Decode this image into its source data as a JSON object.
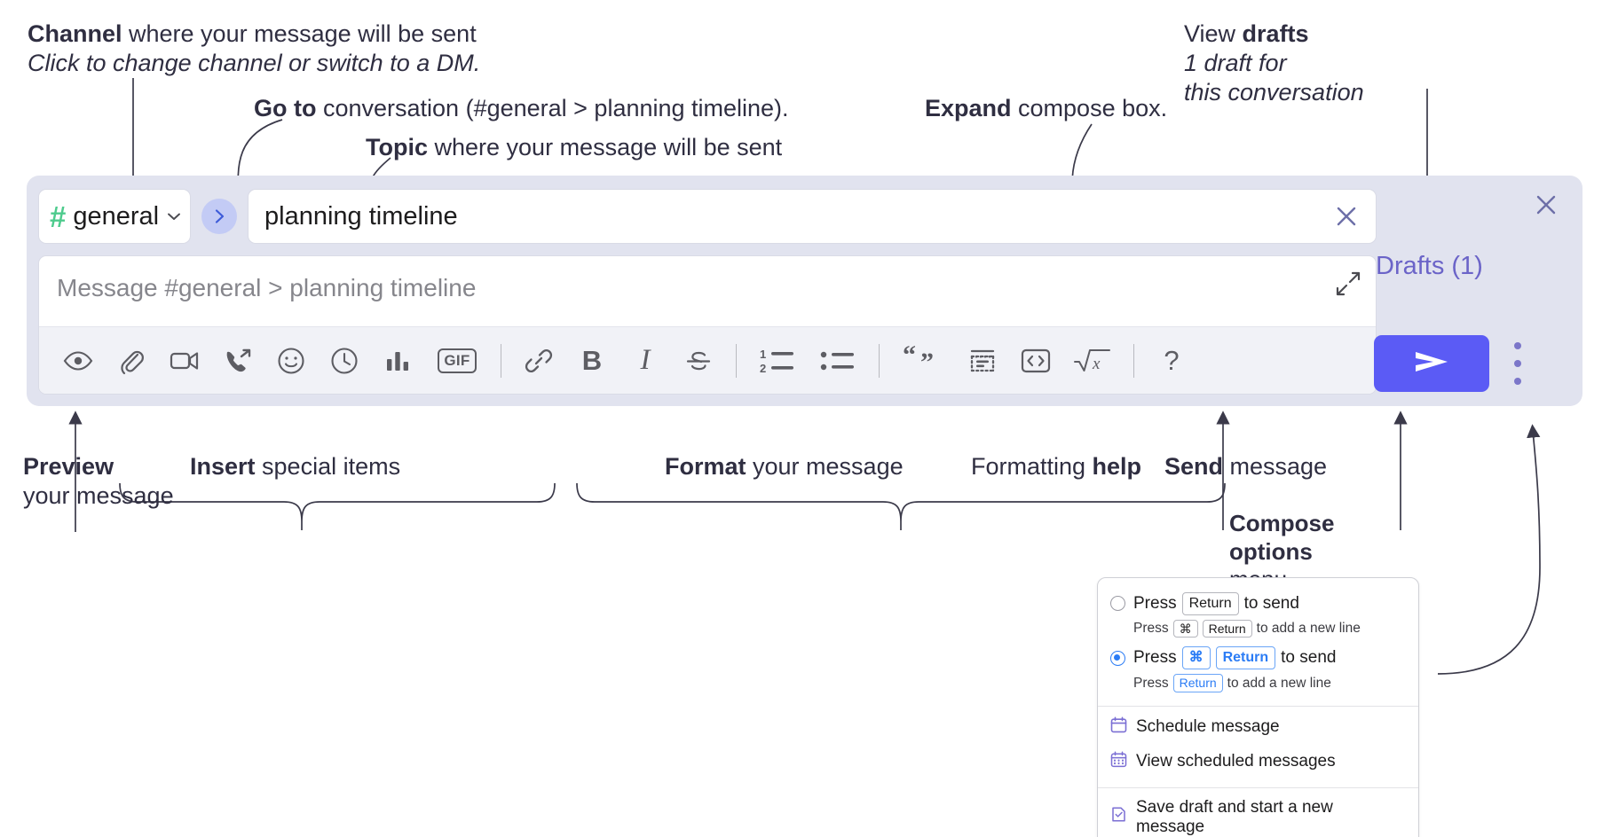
{
  "annotations": {
    "channel": {
      "bold": "Channel",
      "rest": " where your message will be sent",
      "italic": "Click to change channel or switch to a DM."
    },
    "goto": {
      "bold": "Go to",
      "rest": " conversation (#general > planning timeline)."
    },
    "topic": {
      "bold": "Topic",
      "rest": " where your message will be sent"
    },
    "expand": {
      "bold": "Expand",
      "rest": " compose box."
    },
    "drafts": {
      "plain": "View ",
      "bold": "drafts",
      "italic1": "1 draft for",
      "italic2": "this conversation"
    },
    "preview": {
      "bold": "Preview",
      "line2": "your message"
    },
    "insert": {
      "bold": "Insert",
      "rest": " special items"
    },
    "format": {
      "bold": "Format",
      "rest": " your message"
    },
    "formatting_help": {
      "plain": "Formatting ",
      "bold": "help"
    },
    "send": {
      "bold": "Send",
      "rest": " message"
    },
    "compose_options": {
      "bold1": "Compose",
      "bold2": "options",
      "plain": "menu"
    }
  },
  "compose": {
    "channel_selector": {
      "hash": "#",
      "name": "general",
      "chevron": "chevron-down-icon"
    },
    "goto_button": {
      "icon": "chevron-right-icon"
    },
    "topic_field": {
      "value": "planning timeline",
      "clear_icon": "close-icon"
    },
    "message_input": {
      "placeholder": "Message #general > planning timeline",
      "value": ""
    },
    "expand_icon": "expand-diagonal-icon",
    "close_icon": "close-icon",
    "drafts_label": "Drafts (1)",
    "send_button": {
      "icon": "send-paper-plane-icon"
    },
    "options_kebab": "more-options-icon",
    "toolbar": [
      {
        "name": "preview-icon",
        "label": "Preview",
        "group": "preview"
      },
      {
        "name": "attachment-paperclip-icon",
        "label": "Attach file",
        "group": "insert"
      },
      {
        "name": "video-camera-icon",
        "label": "Record video clip",
        "group": "insert"
      },
      {
        "name": "phone-arrow-icon",
        "label": "Record audio clip",
        "group": "insert"
      },
      {
        "name": "emoji-smiley-icon",
        "label": "Emoji",
        "group": "insert"
      },
      {
        "name": "clock-icon",
        "label": "Reminder",
        "group": "insert"
      },
      {
        "name": "poll-bar-chart-icon",
        "label": "Poll",
        "group": "insert"
      },
      {
        "name": "gif-icon",
        "label": "GIF",
        "group": "insert"
      },
      {
        "name": "link-icon",
        "label": "Link",
        "group": "format"
      },
      {
        "name": "bold-icon",
        "label": "B",
        "group": "format"
      },
      {
        "name": "italic-icon",
        "label": "I",
        "group": "format"
      },
      {
        "name": "strikethrough-icon",
        "label": "S",
        "group": "format"
      },
      {
        "name": "ordered-list-icon",
        "label": "Ordered list",
        "group": "format"
      },
      {
        "name": "bulleted-list-icon",
        "label": "Bulleted list",
        "group": "format"
      },
      {
        "name": "blockquote-icon",
        "label": "Blockquote",
        "group": "format"
      },
      {
        "name": "code-block-icon",
        "label": "Code block",
        "group": "format"
      },
      {
        "name": "code-inline-icon",
        "label": "Code",
        "group": "format"
      },
      {
        "name": "latex-sqrt-icon",
        "label": "LaTeX",
        "group": "format"
      },
      {
        "name": "help-question-icon",
        "label": "?",
        "group": "help"
      }
    ]
  },
  "popup": {
    "options": [
      {
        "selected": false,
        "main": {
          "pre": "Press",
          "key": "Return",
          "post": "to send"
        },
        "sub": {
          "pre": "Press",
          "key1": "⌘",
          "key2": "Return",
          "post": "to add a new line"
        }
      },
      {
        "selected": true,
        "main": {
          "pre": "Press",
          "key1": "⌘",
          "key2": "Return",
          "post": "to send"
        },
        "sub": {
          "pre": "Press",
          "key": "Return",
          "post": "to add a new line"
        }
      }
    ],
    "items": [
      {
        "icon": "calendar-schedule-icon",
        "label": "Schedule message"
      },
      {
        "icon": "calendar-grid-icon",
        "label": "View scheduled messages"
      },
      {
        "icon": "save-draft-icon",
        "label": "Save draft and start a new message"
      }
    ]
  },
  "colors": {
    "accent_purple": "#5b5bf5",
    "drafts_text": "#6b64c8",
    "compose_bg": "#e1e3ef",
    "hash_green": "#4ecb8d",
    "key_blue": "#2b7cf5",
    "anno_text": "#2f2e41"
  }
}
